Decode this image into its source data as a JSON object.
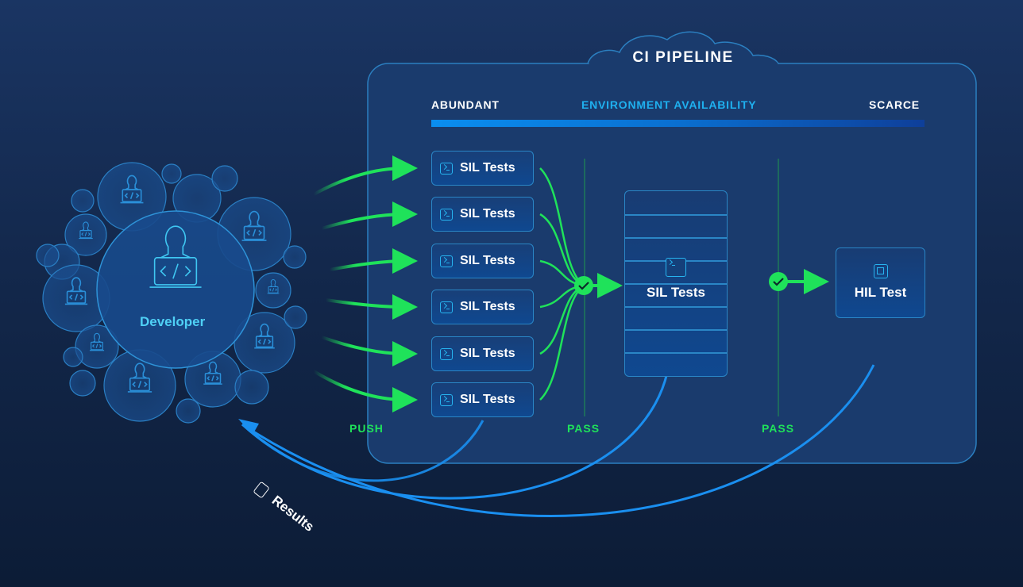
{
  "title": "CI PIPELINE",
  "availability_axis": {
    "left_label": "ABUNDANT",
    "center_label": "ENVIRONMENT AVAILABILITY",
    "right_label": "SCARCE"
  },
  "developer": {
    "label": "Developer",
    "icon": "developer-laptop-icon",
    "peer_count": 10
  },
  "push_label": "PUSH",
  "sil_stage": {
    "items": [
      {
        "label": "SIL Tests",
        "icon": "terminal-icon"
      },
      {
        "label": "SIL Tests",
        "icon": "terminal-icon"
      },
      {
        "label": "SIL Tests",
        "icon": "terminal-icon"
      },
      {
        "label": "SIL Tests",
        "icon": "terminal-icon"
      },
      {
        "label": "SIL Tests",
        "icon": "terminal-icon"
      },
      {
        "label": "SIL Tests",
        "icon": "terminal-icon"
      }
    ],
    "gate_label": "PASS"
  },
  "sil_queue": {
    "label": "SIL Tests",
    "icon": "terminal-icon",
    "slots": 8,
    "gate_label": "PASS"
  },
  "hil_stage": {
    "label": "HIL Test",
    "icon": "chip-icon"
  },
  "results_label": "Results",
  "colors": {
    "background": "#13284c",
    "panel": "#1a3b6d",
    "accent_blue": "#0a8ef0",
    "pass_green": "#1fe25a",
    "icon_cyan": "#27b4f0"
  }
}
